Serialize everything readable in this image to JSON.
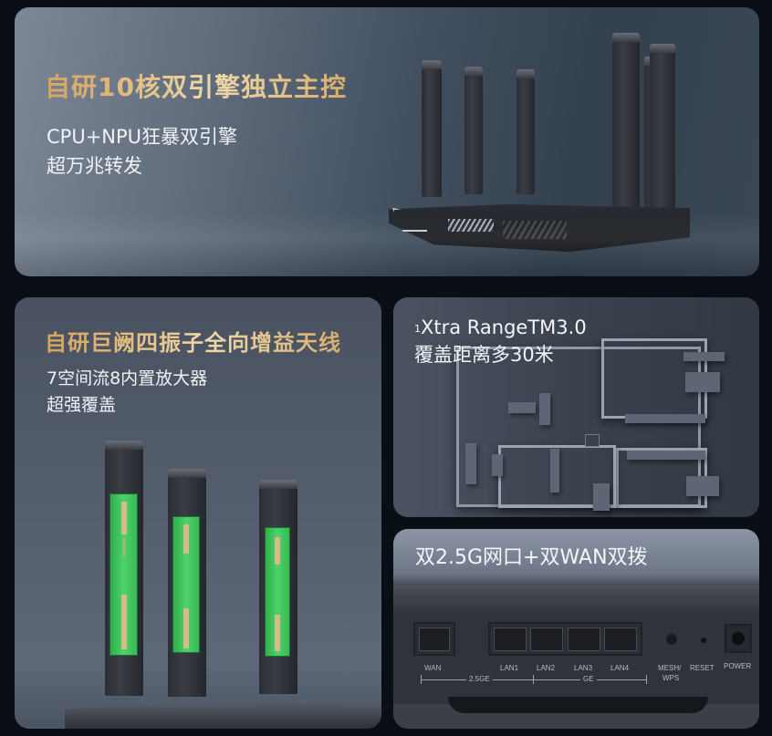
{
  "panels": {
    "processor": {
      "title": "自研10核双引擎独立主控",
      "lines": [
        "CPU+NPU狂暴双引擎",
        "超万兆转发"
      ],
      "image": "router-with-six-antennas"
    },
    "antenna": {
      "title": "自研巨阙四振子全向增益天线",
      "lines": [
        "7空间流8内置放大器",
        "超强覆盖"
      ],
      "image": "antennas-with-pcb-cutaway"
    },
    "range": {
      "superscript": "1",
      "title": "Xtra RangeTM3.0",
      "subtitle": "覆盖距离多30米",
      "image": "3d-floor-plan"
    },
    "ports": {
      "title": "双2.5G网口+双WAN双拨",
      "image": "router-rear-ports",
      "port_labels": [
        "WAN",
        "LAN1",
        "LAN2",
        "LAN3",
        "LAN4",
        "MESH/",
        "WPS",
        "RESET",
        "POWER"
      ],
      "group_labels": [
        "2.5GE",
        "GE"
      ]
    }
  },
  "colors": {
    "gold": "#e0b878",
    "background": "#0a0f15",
    "pcb_green": "#44c862"
  }
}
